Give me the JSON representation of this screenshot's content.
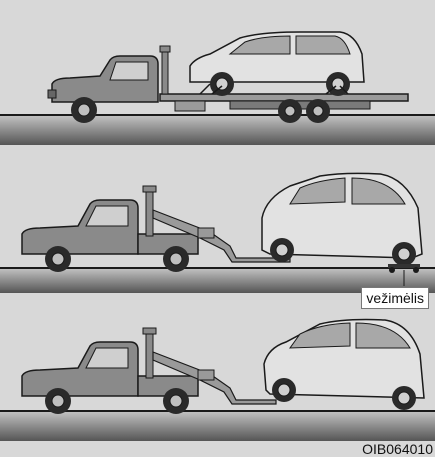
{
  "labels": {
    "dolly": "vežimėlis",
    "figure_code": "OIB064010"
  },
  "colors": {
    "background": "#d8d8d8",
    "ground_top": "#bcbcbc",
    "ground_bottom": "#5a5a5a",
    "truck_body": "#8a8a8a",
    "car_body": "#e2e2e2",
    "outline": "#1a1a1a"
  },
  "scenes": [
    {
      "id": "flatbed",
      "description_icon": "flatbed-tow-truck-icon"
    },
    {
      "id": "wheel-lift-with-dolly",
      "description_icon": "wheel-lift-tow-truck-icon"
    },
    {
      "id": "wheel-lift",
      "description_icon": "wheel-lift-tow-truck-icon"
    }
  ]
}
